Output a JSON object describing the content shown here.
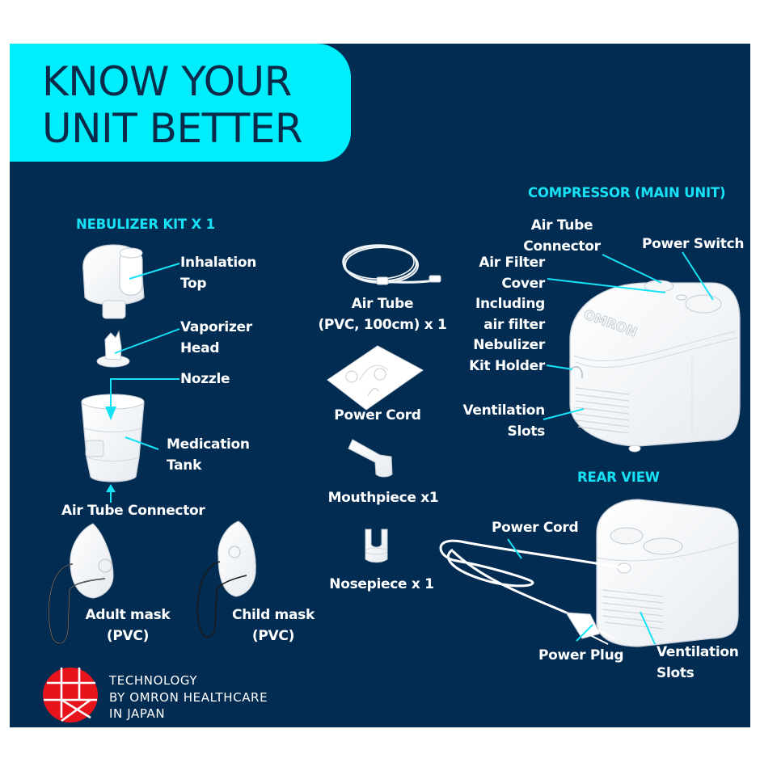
{
  "header": {
    "title": "KNOW YOUR\nUNIT BETTER"
  },
  "colors": {
    "background_panel": "#022c52",
    "hero_banner": "#00eefc",
    "accent_cyan": "#17e2f5",
    "label_text": "#ffffff",
    "japan_logo_red": "#e8141c"
  },
  "nebulizer_kit": {
    "heading": "NEBULIZER KIT X 1",
    "parts": [
      {
        "id": "inhalation-top",
        "label": "Inhalation\nTop"
      },
      {
        "id": "vaporizer-head",
        "label": "Vaporizer\nHead"
      },
      {
        "id": "nozzle",
        "label": "Nozzle"
      },
      {
        "id": "medication-tank",
        "label": "Medication\nTank"
      },
      {
        "id": "air-tube-connector",
        "label": "Air Tube Connector"
      }
    ],
    "masks": [
      {
        "id": "adult-mask",
        "label": "Adult mask\n(PVC)"
      },
      {
        "id": "child-mask",
        "label": "Child mask\n(PVC)"
      }
    ]
  },
  "accessories": [
    {
      "id": "air-tube",
      "label": "Air Tube\n(PVC, 100cm) x 1"
    },
    {
      "id": "power-cord-bag",
      "label": "Power Cord"
    },
    {
      "id": "mouthpiece",
      "label": "Mouthpiece x1"
    },
    {
      "id": "nosepiece",
      "label": "Nosepiece x 1"
    }
  ],
  "compressor": {
    "heading": "COMPRESSOR (MAIN UNIT)",
    "brand_mark": "OMRON",
    "callouts": [
      {
        "id": "air-tube-connector",
        "label": "Air Tube\nConnector"
      },
      {
        "id": "power-switch",
        "label": "Power Switch"
      },
      {
        "id": "air-filter-cover",
        "label": "Air Filter\nCover\nIncluding\nair filter"
      },
      {
        "id": "nebulizer-kit-holder",
        "label": "Nebulizer\nKit Holder"
      },
      {
        "id": "ventilation-slots",
        "label": "Ventilation\nSlots"
      }
    ]
  },
  "rear_view": {
    "heading": "REAR VIEW",
    "callouts": [
      {
        "id": "power-cord",
        "label": "Power Cord"
      },
      {
        "id": "power-plug",
        "label": "Power Plug"
      },
      {
        "id": "ventilation-slots",
        "label": "Ventilation\nSlots"
      }
    ]
  },
  "footer": {
    "badge_text": "TECHNOLOGY\nBY OMRON HEALTHCARE\nIN JAPAN"
  }
}
